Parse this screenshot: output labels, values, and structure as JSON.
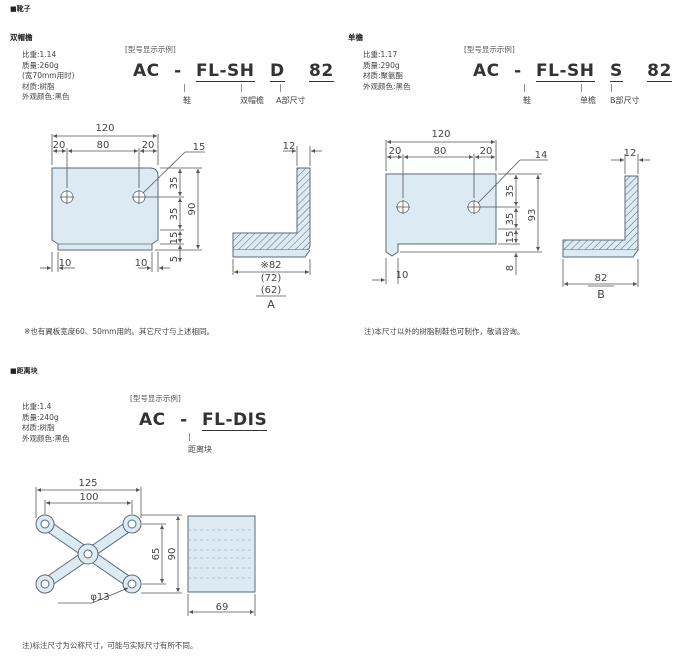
{
  "section1_title": "■靴子",
  "double": {
    "subtitle": "双帽檐",
    "specs": [
      "比重:1.14",
      "质量:260g",
      "(宽70mm用时)",
      "材质:树脂",
      "外观颜色:黑色"
    ],
    "model_hint": "[型号显示示例]",
    "model": {
      "p1": "AC",
      "dash": "-",
      "p2": "FL-SH",
      "p3": "D",
      "p4": "82"
    },
    "model_labels": {
      "l2": "鞋",
      "l3": "双帽檐",
      "l4": "A部尺寸"
    },
    "dims": {
      "d120": "120",
      "d20a": "20",
      "d80": "80",
      "d20b": "20",
      "d15": "15",
      "d35a": "35",
      "d35b": "35",
      "d15b": "15",
      "d90": "90",
      "d5": "5",
      "d10a": "10",
      "d10b": "10",
      "d12": "12",
      "d82": "※82",
      "d72": "(72)",
      "d62": "(62)",
      "dA": "A"
    },
    "note": "※也有翼板宽度60、50mm用的。其它尺寸与上述相同。"
  },
  "single": {
    "subtitle": "单檐",
    "specs": [
      "比重:1.17",
      "质量:290g",
      "材质:聚氨酯",
      "外观颜色:黑色"
    ],
    "model_hint": "[型号显示示例]",
    "model": {
      "p1": "AC",
      "dash": "-",
      "p2": "FL-SH",
      "p3": "S",
      "p4": "82"
    },
    "model_labels": {
      "l2": "鞋",
      "l3": "单檐",
      "l4": "B部尺寸"
    },
    "dims": {
      "d120": "120",
      "d20a": "20",
      "d80": "80",
      "d20b": "20",
      "d14": "14",
      "d35a": "35",
      "d35b": "35",
      "d15": "15",
      "d93": "93",
      "d8": "8",
      "d10": "10",
      "d12": "12",
      "d82": "82",
      "dB": "B"
    },
    "note": "注)本尺寸以外的树脂制鞋也可制作，敬请咨询。"
  },
  "section2_title": "■距离块",
  "spacer": {
    "specs": [
      "比重:1.4",
      "质量:240g",
      "材质:树脂",
      "外观颜色:黑色"
    ],
    "model_hint": "[型号显示示例]",
    "model": {
      "p1": "AC",
      "dash": "-",
      "p2": "FL-DIS"
    },
    "model_labels": {
      "l2": "距离块"
    },
    "dims": {
      "d125": "125",
      "d100": "100",
      "d65": "65",
      "d90": "90",
      "dphi": "φ13",
      "d69": "69"
    }
  },
  "footer_note": "注)标注尺寸为公称尺寸，可能与实际尺寸有所不同。",
  "colors": {
    "part_fill": "#dceaf3",
    "part_stroke": "#5a6a78",
    "dim": "#555555"
  }
}
